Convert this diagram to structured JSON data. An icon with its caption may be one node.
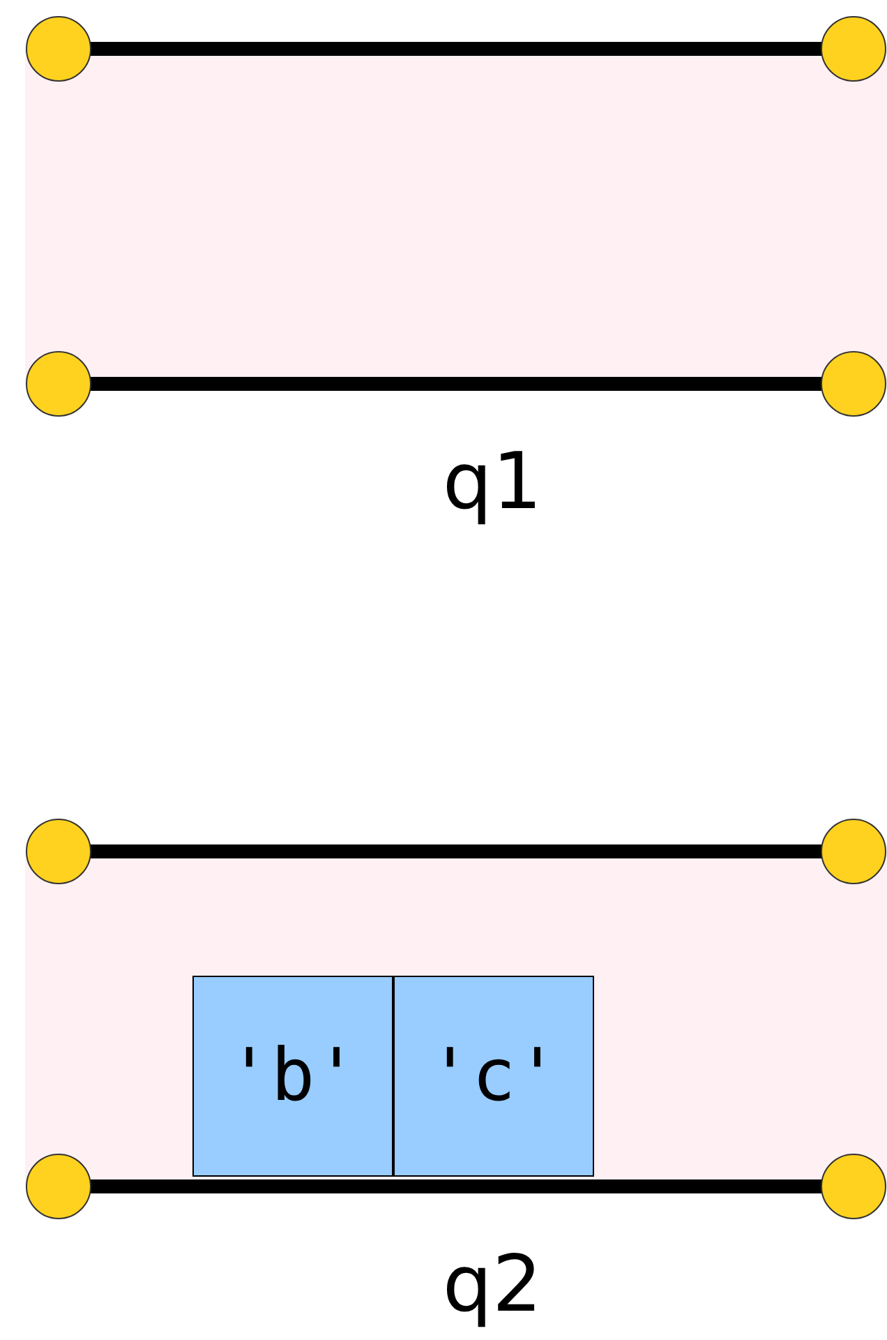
{
  "diagram": {
    "nodes": [
      {
        "text": [
          "q1"
        ]
      },
      {
        "text": [
          "q2"
        ]
      },
      {
        "text": [
          "'b'"
        ],
        "in": 1
      },
      {
        "text": [
          "'c'"
        ],
        "in": 1
      }
    ]
  }
}
